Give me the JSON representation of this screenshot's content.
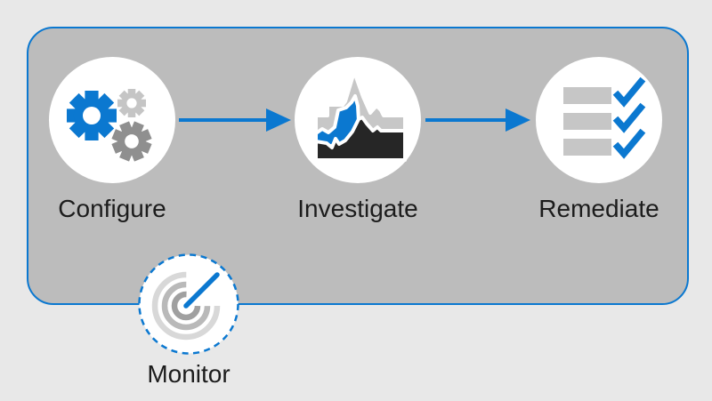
{
  "diagram": {
    "title": "process-flow",
    "steps": [
      {
        "id": "configure",
        "label": "Configure",
        "icon": "gears-icon"
      },
      {
        "id": "investigate",
        "label": "Investigate",
        "icon": "area-chart-icon"
      },
      {
        "id": "remediate",
        "label": "Remediate",
        "icon": "checklist-icon"
      }
    ],
    "detached_step": {
      "id": "monitor",
      "label": "Monitor",
      "icon": "radar-gauge-icon"
    },
    "arrows": [
      {
        "from": "configure",
        "to": "investigate"
      },
      {
        "from": "investigate",
        "to": "remediate"
      }
    ],
    "colors": {
      "accent_blue": "#0b78d0",
      "outer_background": "#e8e8e8",
      "panel_fill": "#bcbcbc",
      "panel_border": "#0b78d0",
      "circle_fill": "#ffffff",
      "gear_light_gray": "#c5c5c5",
      "gear_dark_gray": "#8f8f8f",
      "chart_back_gray": "#c7c7c7",
      "chart_front_dark": "#262626",
      "checklist_bar_gray": "#c6c6c6",
      "label_text": "#1c1c1c"
    }
  }
}
